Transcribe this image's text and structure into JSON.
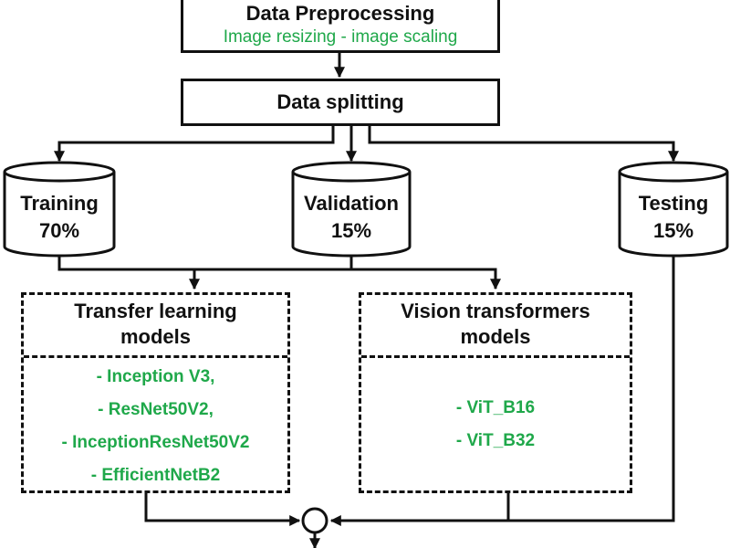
{
  "preprocess": {
    "title": "Data Preprocessing",
    "subtitle": "Image resizing - image scaling"
  },
  "splitting": {
    "title": "Data splitting"
  },
  "datasets": [
    {
      "name": "Training",
      "share": "70%"
    },
    {
      "name": "Validation",
      "share": "15%"
    },
    {
      "name": "Testing",
      "share": "15%"
    }
  ],
  "transfer_learning": {
    "title_line1": "Transfer learning",
    "title_line2": "models",
    "models": [
      "- Inception V3,",
      "- ResNet50V2,",
      "- InceptionResNet50V2",
      "- EfficientNetB2"
    ]
  },
  "vision_transformers": {
    "title_line1": "Vision transformers",
    "title_line2": "models",
    "models": [
      "- ViT_B16",
      "- ViT_B32"
    ]
  },
  "colors": {
    "accent_green": "#1fa84a",
    "line": "#111111"
  }
}
